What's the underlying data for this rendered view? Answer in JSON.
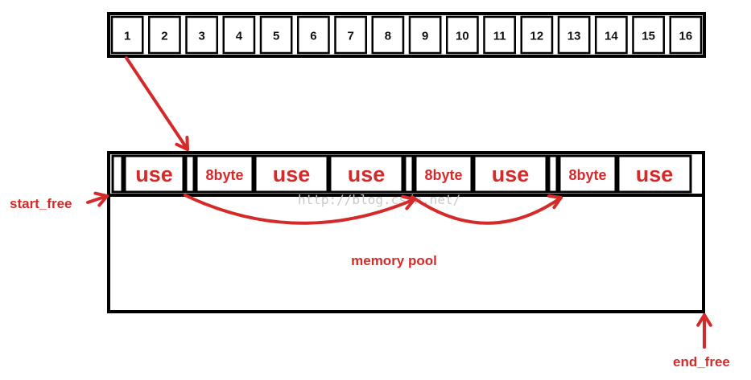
{
  "colors": {
    "ink": "#000000",
    "accent": "#d42a2a",
    "watermark": "#c8c8c8"
  },
  "free_list": {
    "slots": [
      "1",
      "2",
      "3",
      "4",
      "5",
      "6",
      "7",
      "8",
      "9",
      "10",
      "11",
      "12",
      "13",
      "14",
      "15",
      "16"
    ]
  },
  "pool": {
    "segments": [
      "",
      "use",
      "",
      "8byte",
      "use",
      "use",
      "",
      "8byte",
      "use",
      "",
      "8byte",
      "use"
    ],
    "label": "memory pool"
  },
  "pointers": {
    "start_label": "start_free",
    "end_label": "end_free"
  },
  "watermark": "http://blog.csdn.net/"
}
